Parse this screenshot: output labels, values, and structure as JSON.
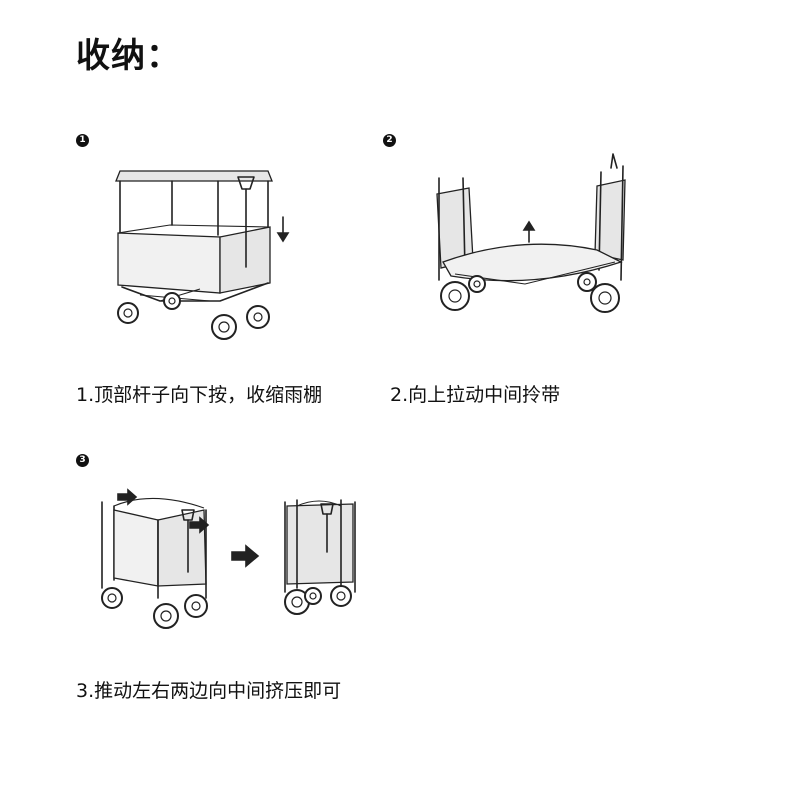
{
  "title": "收纳：",
  "steps": [
    {
      "badge": "1",
      "caption": "1.顶部杆子向下按，收缩雨棚"
    },
    {
      "badge": "2",
      "caption": "2.向上拉动中间拎带"
    },
    {
      "badge": "3",
      "caption": "3.推动左右两边向中间挤压即可"
    }
  ]
}
